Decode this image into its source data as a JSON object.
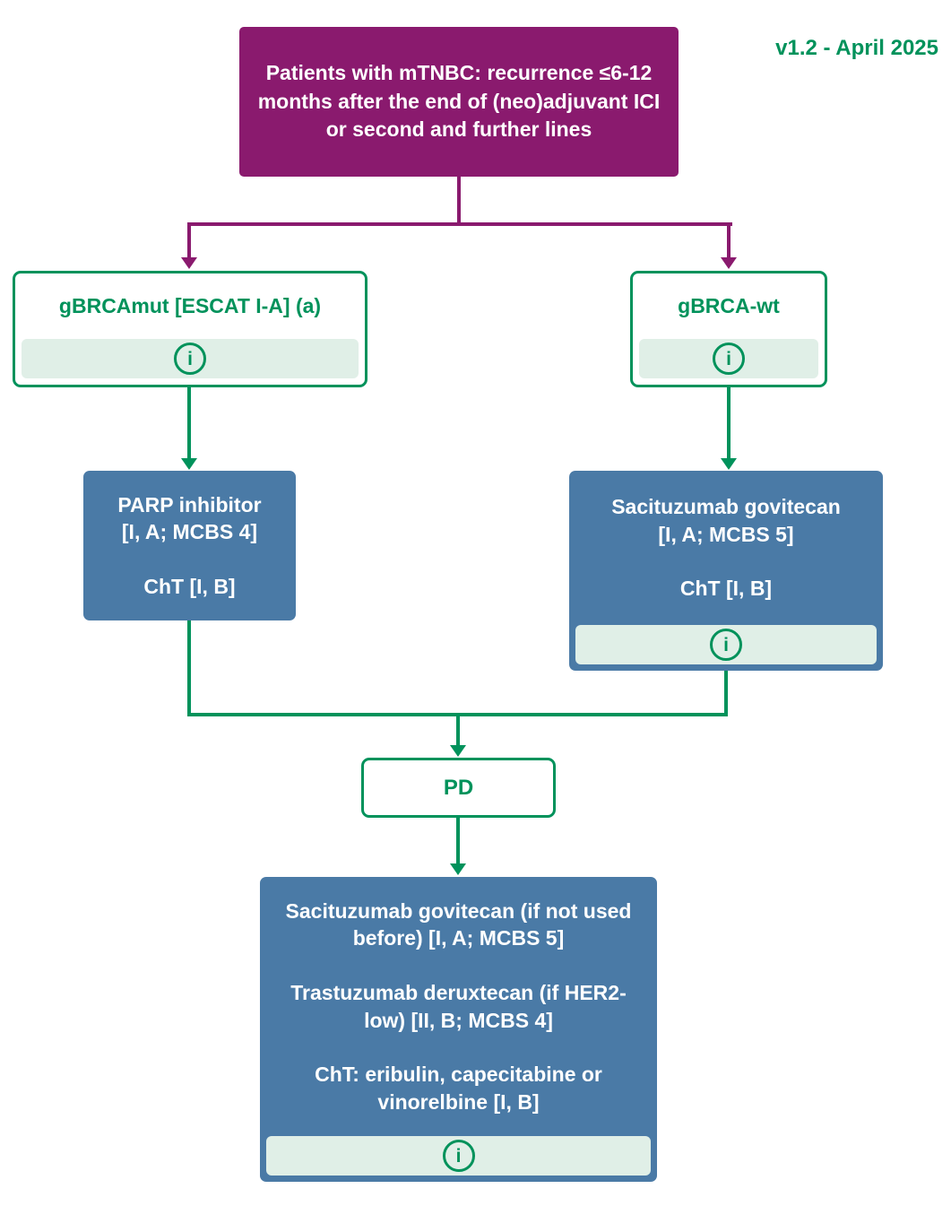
{
  "meta": {
    "version_label": "v1.2 - April 2025"
  },
  "colors": {
    "purple": "#8A1A6E",
    "green": "#00925B",
    "light_green": "#E0EFE7",
    "blue": "#4A7AA6",
    "text_on_dark": "#FFFFFF"
  },
  "icons": {
    "info": "i"
  },
  "nodes": {
    "root": {
      "text": "Patients with mTNBC: recurrence ≤6-12 months after the end of (neo)adjuvant ICI or second and further lines"
    },
    "gbrcamut": {
      "label": "gBRCAmut [ESCAT I-A] (a)"
    },
    "gbrcawt": {
      "label": "gBRCA-wt"
    },
    "parp": {
      "lines": [
        "PARP inhibitor",
        "[I, A; MCBS 4]",
        "",
        "ChT [I, B]"
      ]
    },
    "sacituzumab": {
      "lines": [
        "Sacituzumab govitecan",
        "[I, A; MCBS 5]",
        "",
        "ChT [I, B]"
      ]
    },
    "pd": {
      "label": "PD"
    },
    "post_pd": {
      "lines": [
        "Sacituzumab govitecan (if not used before) [I, A; MCBS 5]",
        "",
        "Trastuzumab deruxtecan (if HER2-low) [II, B; MCBS 4]",
        "",
        "ChT: eribulin, capecitabine or vinorelbine [I, B]"
      ]
    }
  }
}
